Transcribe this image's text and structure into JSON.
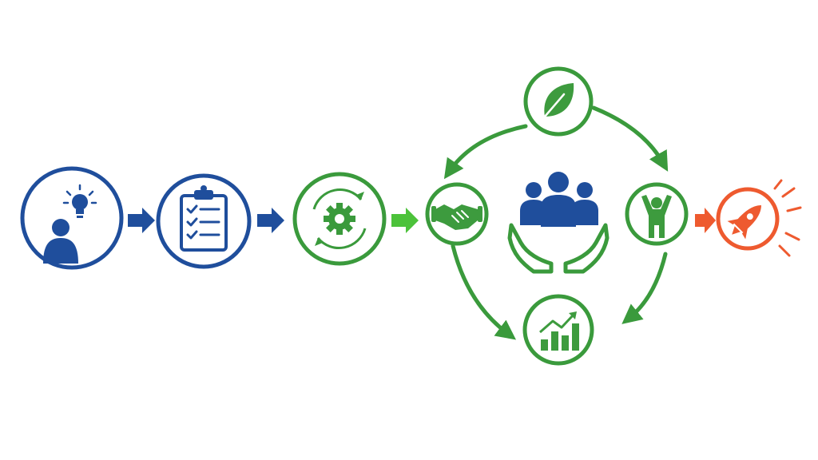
{
  "colors": {
    "blue": "#1f4e9c",
    "blue_arrow": "#1f4e9c",
    "green": "#3a9a3c",
    "green_light": "#4cc23a",
    "green_icon": "#3d9b3e",
    "orange": "#ee5a2f",
    "background": "#ffffff"
  },
  "nodes": [
    {
      "id": "idea",
      "icon": "person-with-lightbulb-icon",
      "color": "blue"
    },
    {
      "id": "plan",
      "icon": "clipboard-checklist-icon",
      "color": "blue"
    },
    {
      "id": "process",
      "icon": "gear-cycle-icon",
      "color": "green"
    },
    {
      "id": "partner",
      "icon": "handshake-icon",
      "color": "green"
    },
    {
      "id": "sustain",
      "icon": "leaf-icon",
      "color": "green"
    },
    {
      "id": "success",
      "icon": "person-arms-raised-icon",
      "color": "green"
    },
    {
      "id": "growth",
      "icon": "bar-chart-growth-icon",
      "color": "green"
    },
    {
      "id": "launch",
      "icon": "rocket-icon",
      "color": "orange"
    }
  ],
  "center": {
    "icon": "community-hands-icon"
  },
  "cycle": {
    "direction": "clockwise"
  }
}
